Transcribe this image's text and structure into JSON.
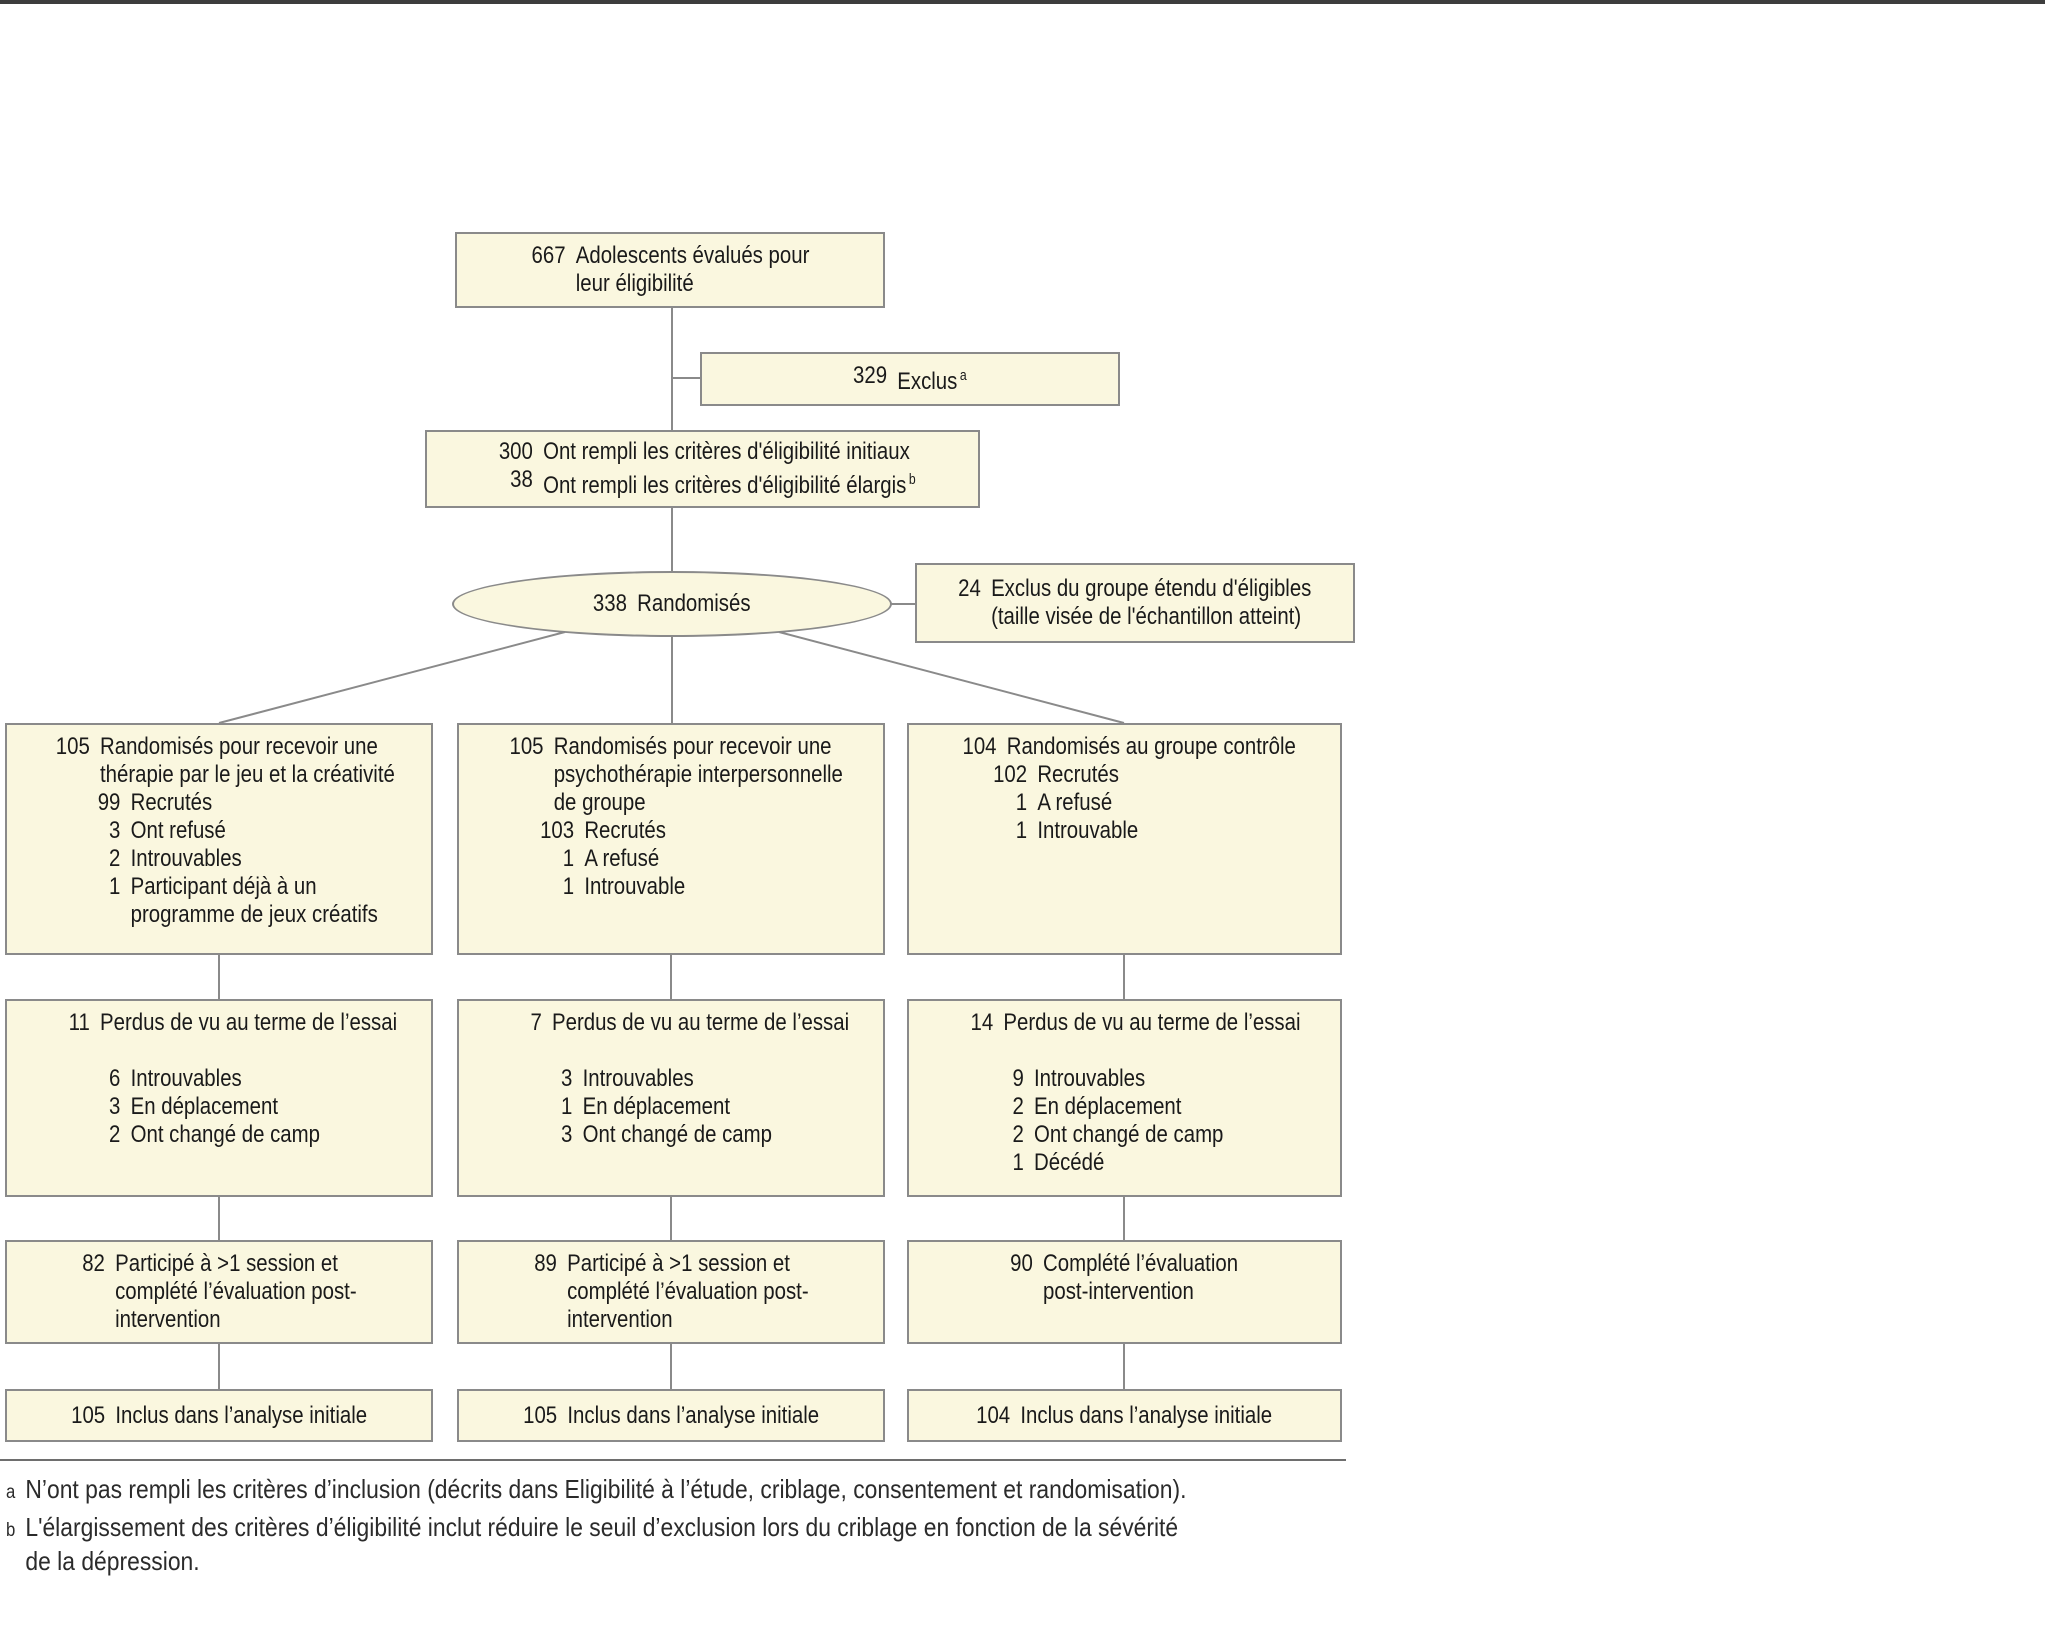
{
  "figure": {
    "colors": {
      "box_fill": "#faf7df",
      "box_border": "#8a8a8a",
      "connector": "#8a8a8a",
      "top_bar": "#3d3d3d",
      "text": "#1a1a1a",
      "footnote_text": "#2b2b2b"
    },
    "boxes": {
      "assessed": {
        "lines": [
          {
            "num": "667",
            "text": "Adolescents évalués pour\nleur éligibilité"
          }
        ]
      },
      "excluded": {
        "lines": [
          {
            "num": "329",
            "text": "Exclus",
            "sup": "a"
          }
        ]
      },
      "eligible": {
        "lines": [
          {
            "num": "300",
            "text": "Ont rempli les critères d'éligibilité initiaux"
          },
          {
            "num": "38",
            "text": "Ont rempli les critères d'éligibilité élargis",
            "sup": "b"
          }
        ]
      },
      "randomized": {
        "lines": [
          {
            "num": "338",
            "text": "Randomisés"
          }
        ]
      },
      "excluded_extended": {
        "lines": [
          {
            "num": "24",
            "text": "Exclus du groupe étendu d'éligibles\n(taille visée de l'échantillon atteint)"
          }
        ]
      },
      "col1_allocation": {
        "lines": [
          {
            "num": "105",
            "text": "Randomisés pour recevoir une\nthérapie par le jeu et la créativité",
            "level": 0
          },
          {
            "num": "99",
            "text": "Recrutés",
            "level": 1
          },
          {
            "num": "3",
            "text": "Ont refusé",
            "level": 2
          },
          {
            "num": "2",
            "text": "Introuvables",
            "level": 2
          },
          {
            "num": "1",
            "text": "Participant déjà à un\nprogramme de jeux créatifs",
            "level": 2
          }
        ]
      },
      "col2_allocation": {
        "lines": [
          {
            "num": "105",
            "text": "Randomisés pour recevoir une\npsychothérapie interpersonnelle\nde groupe",
            "level": 0
          },
          {
            "num": "103",
            "text": "Recrutés",
            "level": 1
          },
          {
            "num": "1",
            "text": "A refusé",
            "level": 2
          },
          {
            "num": "1",
            "text": "Introuvable",
            "level": 2
          }
        ]
      },
      "col3_allocation": {
        "lines": [
          {
            "num": "104",
            "text": "Randomisés au groupe contrôle",
            "level": 0
          },
          {
            "num": "102",
            "text": "Recrutés",
            "level": 1
          },
          {
            "num": "1",
            "text": "A refusé",
            "level": 2
          },
          {
            "num": "1",
            "text": "Introuvable",
            "level": 2
          }
        ]
      },
      "col1_lost": {
        "lines": [
          {
            "num": "11",
            "text": "Perdus de vu au terme de l’essai",
            "level": 0
          },
          {
            "num": "6",
            "text": "Introuvables",
            "level": 1,
            "gap": true
          },
          {
            "num": "3",
            "text": "En déplacement",
            "level": 1
          },
          {
            "num": "2",
            "text": "Ont changé de camp",
            "level": 1
          }
        ]
      },
      "col2_lost": {
        "lines": [
          {
            "num": "7",
            "text": "Perdus de vu au terme de l’essai",
            "level": 0
          },
          {
            "num": "3",
            "text": "Introuvables",
            "level": 1,
            "gap": true
          },
          {
            "num": "1",
            "text": "En déplacement",
            "level": 1
          },
          {
            "num": "3",
            "text": "Ont changé de camp",
            "level": 1
          }
        ]
      },
      "col3_lost": {
        "lines": [
          {
            "num": "14",
            "text": "Perdus de vu au terme de l’essai",
            "level": 0
          },
          {
            "num": "9",
            "text": "Introuvables",
            "level": 1,
            "gap": true
          },
          {
            "num": "2",
            "text": "En déplacement",
            "level": 1
          },
          {
            "num": "2",
            "text": "Ont changé de camp",
            "level": 1
          },
          {
            "num": "1",
            "text": "Décédé",
            "level": 1
          }
        ]
      },
      "col1_completed": {
        "lines": [
          {
            "num": "82",
            "text": "Participé à >1 session et\ncomplété l’évaluation post-\nintervention"
          }
        ]
      },
      "col2_completed": {
        "lines": [
          {
            "num": "89",
            "text": "Participé à >1 session et\ncomplété l’évaluation post-\nintervention"
          }
        ]
      },
      "col3_completed": {
        "lines": [
          {
            "num": "90",
            "text": "Complété l’évaluation\npost-intervention"
          }
        ]
      },
      "col1_analyzed": {
        "lines": [
          {
            "num": "105",
            "text": "Inclus dans l’analyse initiale"
          }
        ]
      },
      "col2_analyzed": {
        "lines": [
          {
            "num": "105",
            "text": "Inclus dans l’analyse initiale"
          }
        ]
      },
      "col3_analyzed": {
        "lines": [
          {
            "num": "104",
            "text": "Inclus dans l’analyse initiale"
          }
        ]
      }
    },
    "footnotes": [
      {
        "marker": "a",
        "text": "N’ont pas rempli les critères d’inclusion (décrits dans Eligibilité à l’étude, criblage, consentement et randomisation)."
      },
      {
        "marker": "b",
        "text": "L'élargissement des critères d’éligibilité inclut réduire le seuil d’exclusion lors du criblage en fonction de la sévérité\nde la dépression."
      }
    ]
  }
}
